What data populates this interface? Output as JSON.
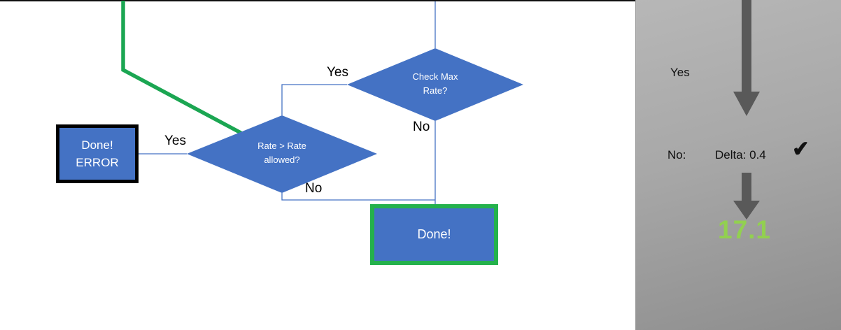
{
  "flowchart": {
    "decision_check_max": {
      "line1": "Check Max",
      "line2": "Rate?"
    },
    "decision_rate_allowed": {
      "line1": "Rate > Rate",
      "line2": "allowed?"
    },
    "done_error_box": {
      "line1": "Done!",
      "line2": "ERROR"
    },
    "done_box": {
      "label": "Done!"
    },
    "branch_labels": {
      "check_max_yes": "Yes",
      "check_max_no": "No",
      "rate_yes": "Yes",
      "rate_no": "No"
    },
    "colors": {
      "shape_fill": "#4472C4",
      "connector_line": "#4472C4",
      "green_line": "#1BA652",
      "done_border_green": "#24B14C",
      "error_border_black": "#000000"
    }
  },
  "side_panel": {
    "yes_label": "Yes",
    "no_label": "No:",
    "delta_text": "Delta: 0.4",
    "checkmark_icon": "✔",
    "result_value": "17.1",
    "colors": {
      "result_green": "#92D050",
      "arrow_gray": "#595959",
      "panel_bg": "#a6a6a6"
    }
  }
}
